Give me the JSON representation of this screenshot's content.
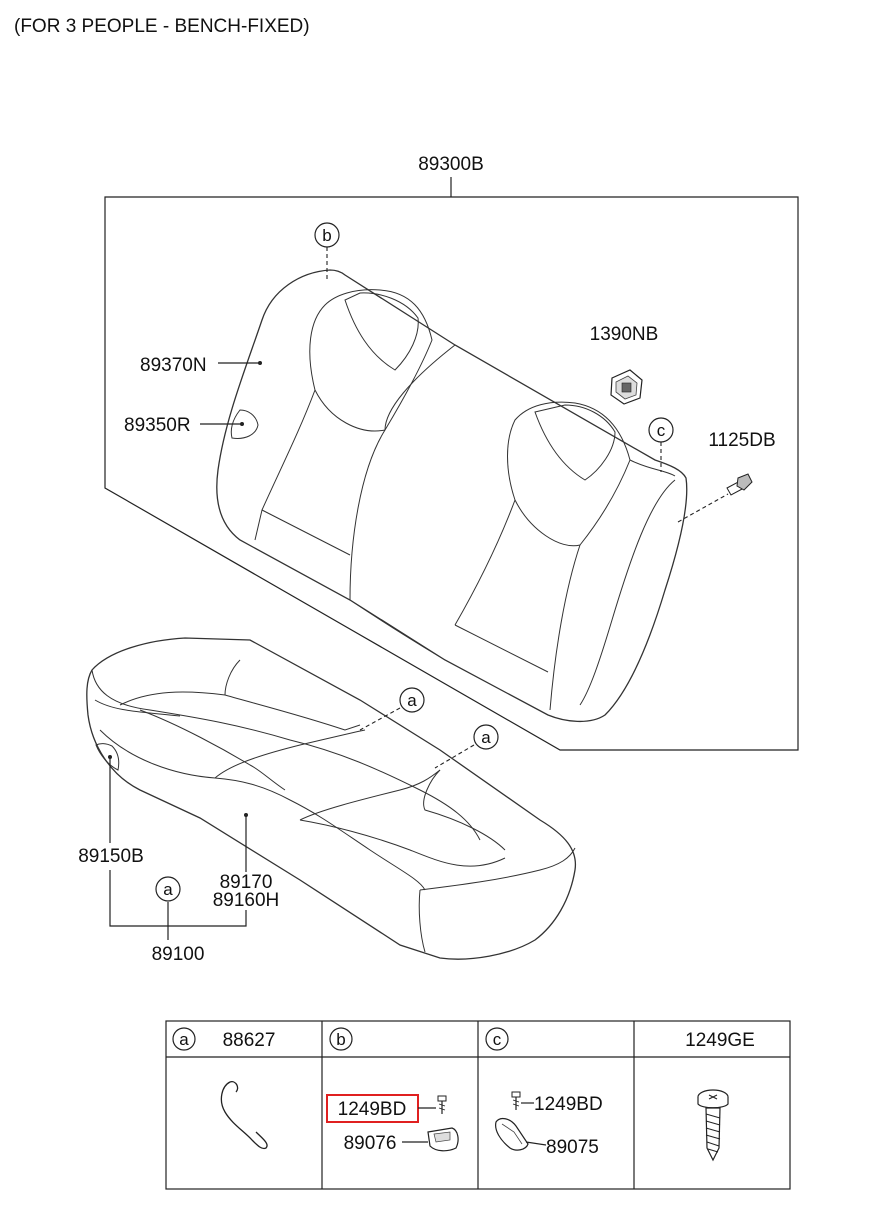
{
  "header": {
    "title": "(FOR 3 PEOPLE - BENCH-FIXED)"
  },
  "parts": {
    "seat_back_assy": "89300B",
    "back_cover": "89370N",
    "back_pad_part": "89350R",
    "guide": "1390NB",
    "bolt": "1125DB",
    "cushion_side": "89150B",
    "cushion_cover": "89170",
    "cushion_pad": "89160H",
    "cushion_assy": "89100"
  },
  "callouts": {
    "a": "a",
    "b": "b",
    "c": "c"
  },
  "legend_table": {
    "columns": [
      {
        "letter": "a",
        "part": "88627"
      },
      {
        "letter": "b",
        "part": ""
      },
      {
        "letter": "c",
        "part": ""
      },
      {
        "letter": "",
        "part": "1249GE"
      }
    ],
    "cell_b": {
      "screw": "1249BD",
      "hook": "89076"
    },
    "cell_c": {
      "screw": "1249BD",
      "hook": "89075"
    },
    "highlight_color": "#e02020"
  }
}
